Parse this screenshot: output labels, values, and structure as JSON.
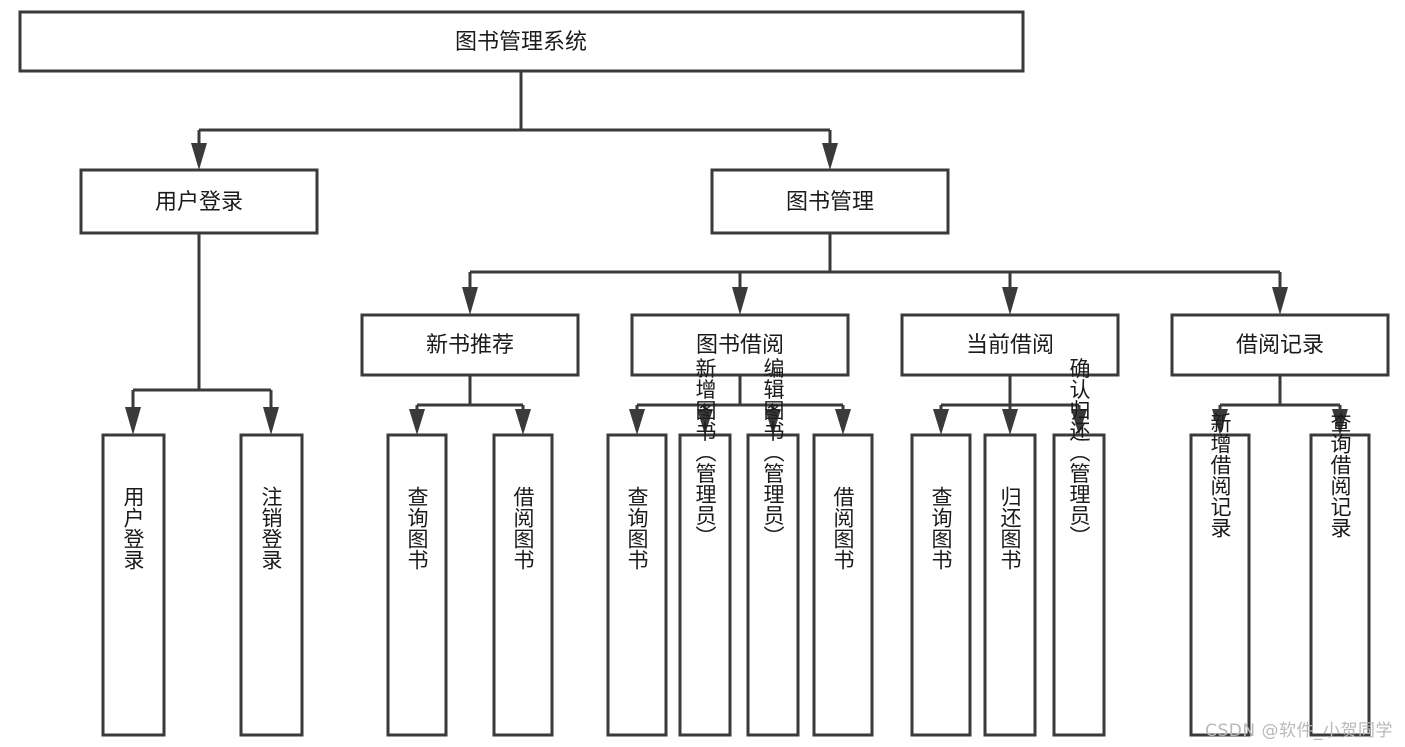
{
  "diagram": {
    "type": "tree",
    "title": "图书管理系统",
    "watermark": "CSDN @软件_小贺同学",
    "colors": {
      "background": "#ffffff",
      "box_fill": "#ffffff",
      "box_stroke": "#3a3a3a",
      "text": "#1b1b1b",
      "watermark": "#b9b9b9"
    },
    "root": {
      "label": "图书管理系统"
    },
    "level2": [
      {
        "label": "用户登录"
      },
      {
        "label": "图书管理"
      }
    ],
    "level3": [
      {
        "label": "新书推荐"
      },
      {
        "label": "图书借阅"
      },
      {
        "label": "当前借阅"
      },
      {
        "label": "借阅记录"
      }
    ],
    "leaves": {
      "user_login": [
        {
          "label": "用户登录"
        },
        {
          "label": "注销登录"
        }
      ],
      "new_book_recommend": [
        {
          "label": "查询图书"
        },
        {
          "label": "借阅图书"
        }
      ],
      "book_borrow": [
        {
          "label": "查询图书"
        },
        {
          "label": "新增图书（管理员）"
        },
        {
          "label": "编辑图书（管理员）"
        },
        {
          "label": "借阅图书"
        }
      ],
      "current_borrow": [
        {
          "label": "查询图书"
        },
        {
          "label": "归还图书"
        },
        {
          "label": "确认归还（管理员）"
        }
      ],
      "borrow_record": [
        {
          "label": "新增借阅记录"
        },
        {
          "label": "查询借阅记录"
        }
      ]
    }
  }
}
